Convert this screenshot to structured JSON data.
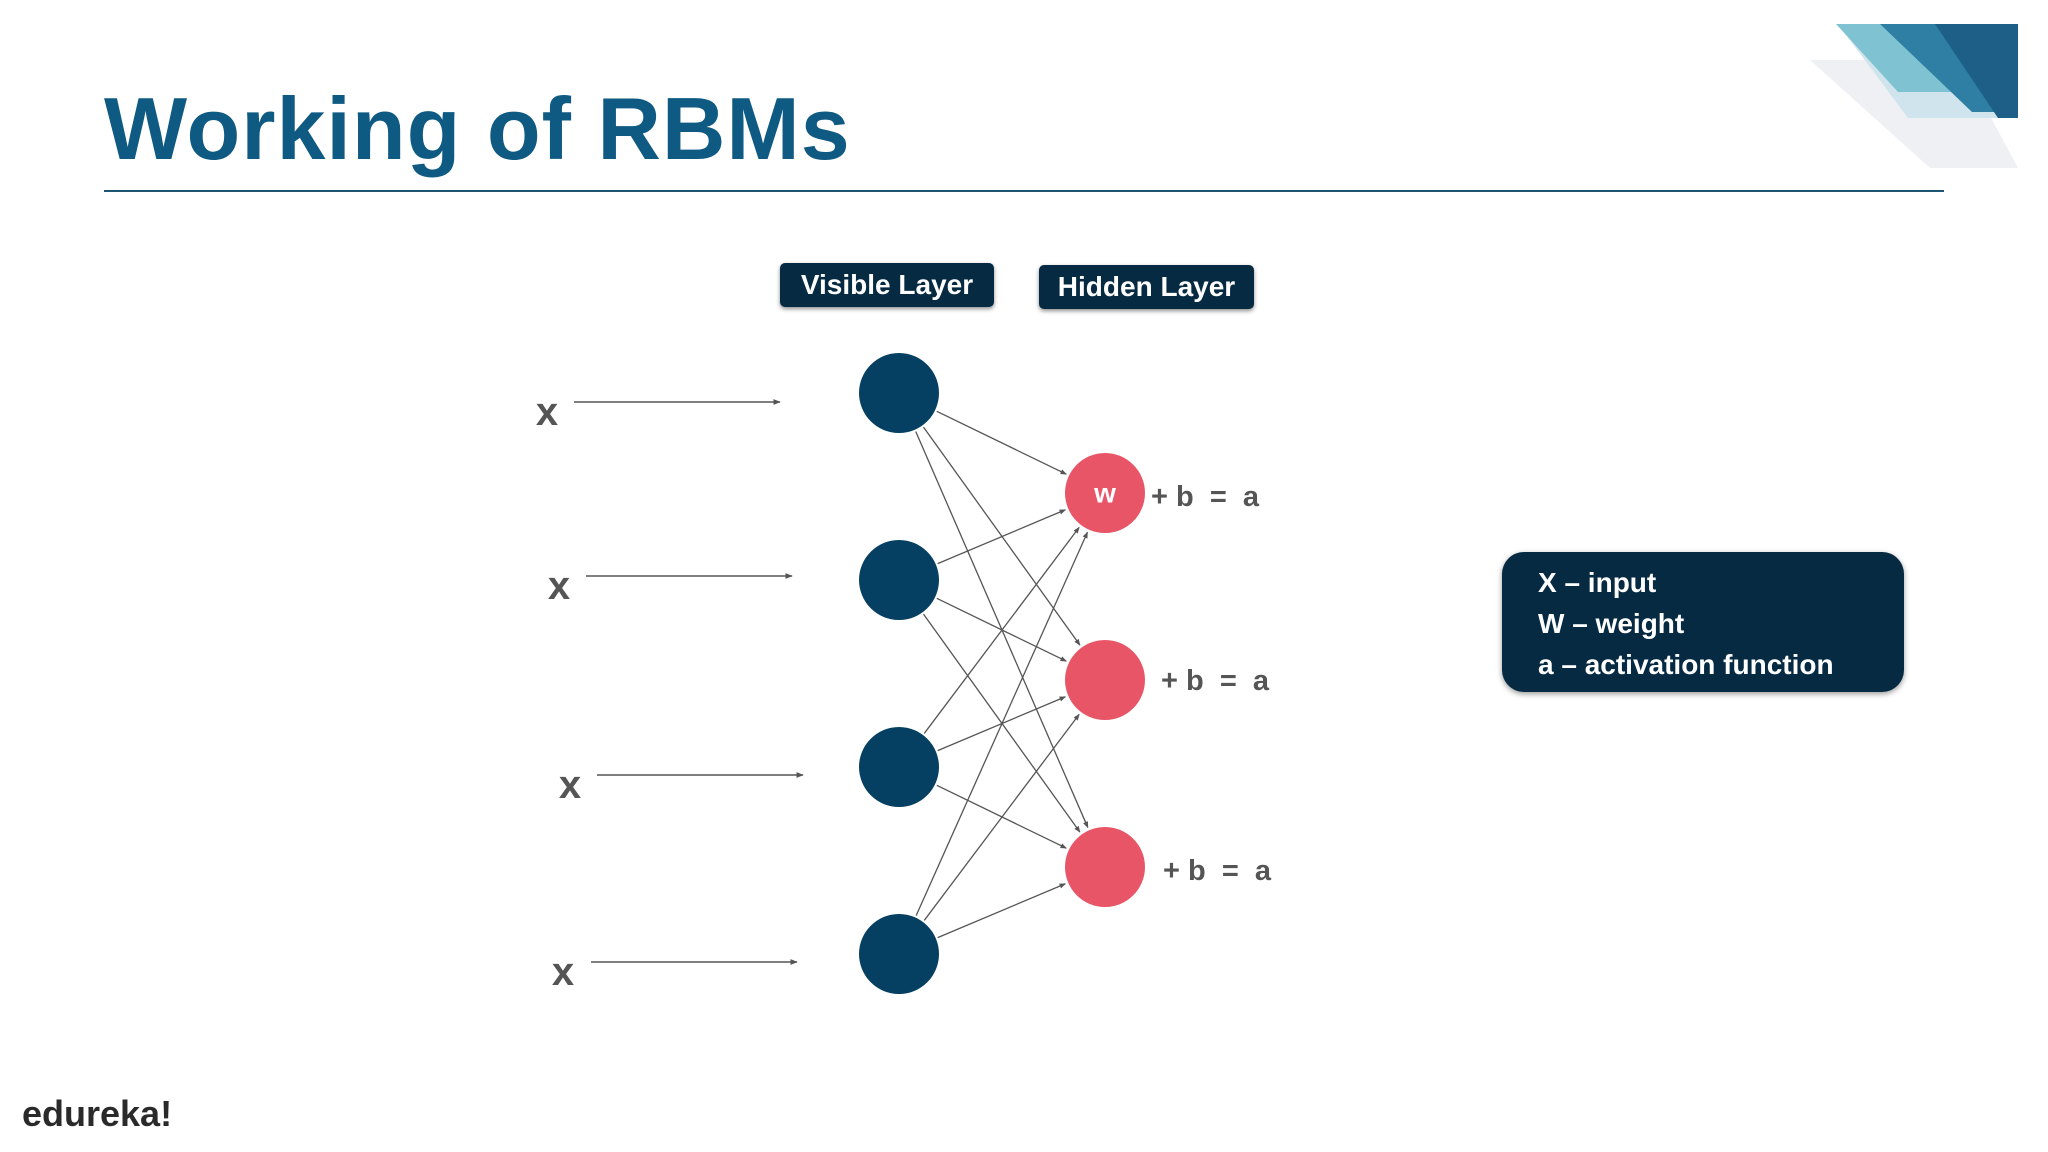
{
  "slide": {
    "title": "Working of RBMs",
    "brand": "edureka!"
  },
  "diagram": {
    "visible_layer_label": "Visible Layer",
    "hidden_layer_label": "Hidden Layer",
    "inputs": [
      {
        "label": "x"
      },
      {
        "label": "x"
      },
      {
        "label": "x"
      },
      {
        "label": "x"
      }
    ],
    "hidden_nodes": [
      {
        "weight_label": "w",
        "equation": "+ b  =  a"
      },
      {
        "weight_label": "",
        "equation": "+ b  =  a"
      },
      {
        "weight_label": "",
        "equation": "+ b  =  a"
      }
    ]
  },
  "legend": {
    "items": [
      "X – input",
      "W – weight",
      "a – activation function"
    ]
  },
  "colors": {
    "title": "#0f5a82",
    "visible_node": "#053f62",
    "hidden_node": "#e85566",
    "label_box": "#062a42",
    "edge": "#555555",
    "text_gray": "#555555"
  }
}
